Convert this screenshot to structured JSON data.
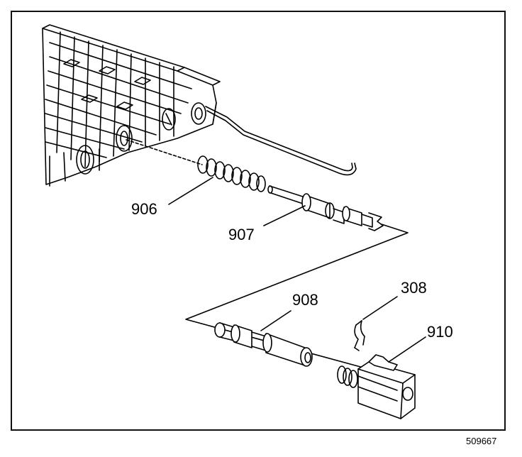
{
  "diagram": {
    "callouts": [
      {
        "id": "spring",
        "label": "906"
      },
      {
        "id": "valve-upper",
        "label": "907"
      },
      {
        "id": "valve-lower",
        "label": "908"
      },
      {
        "id": "clip",
        "label": "308"
      },
      {
        "id": "solenoid",
        "label": "910"
      }
    ],
    "figure_ref": "509667"
  }
}
